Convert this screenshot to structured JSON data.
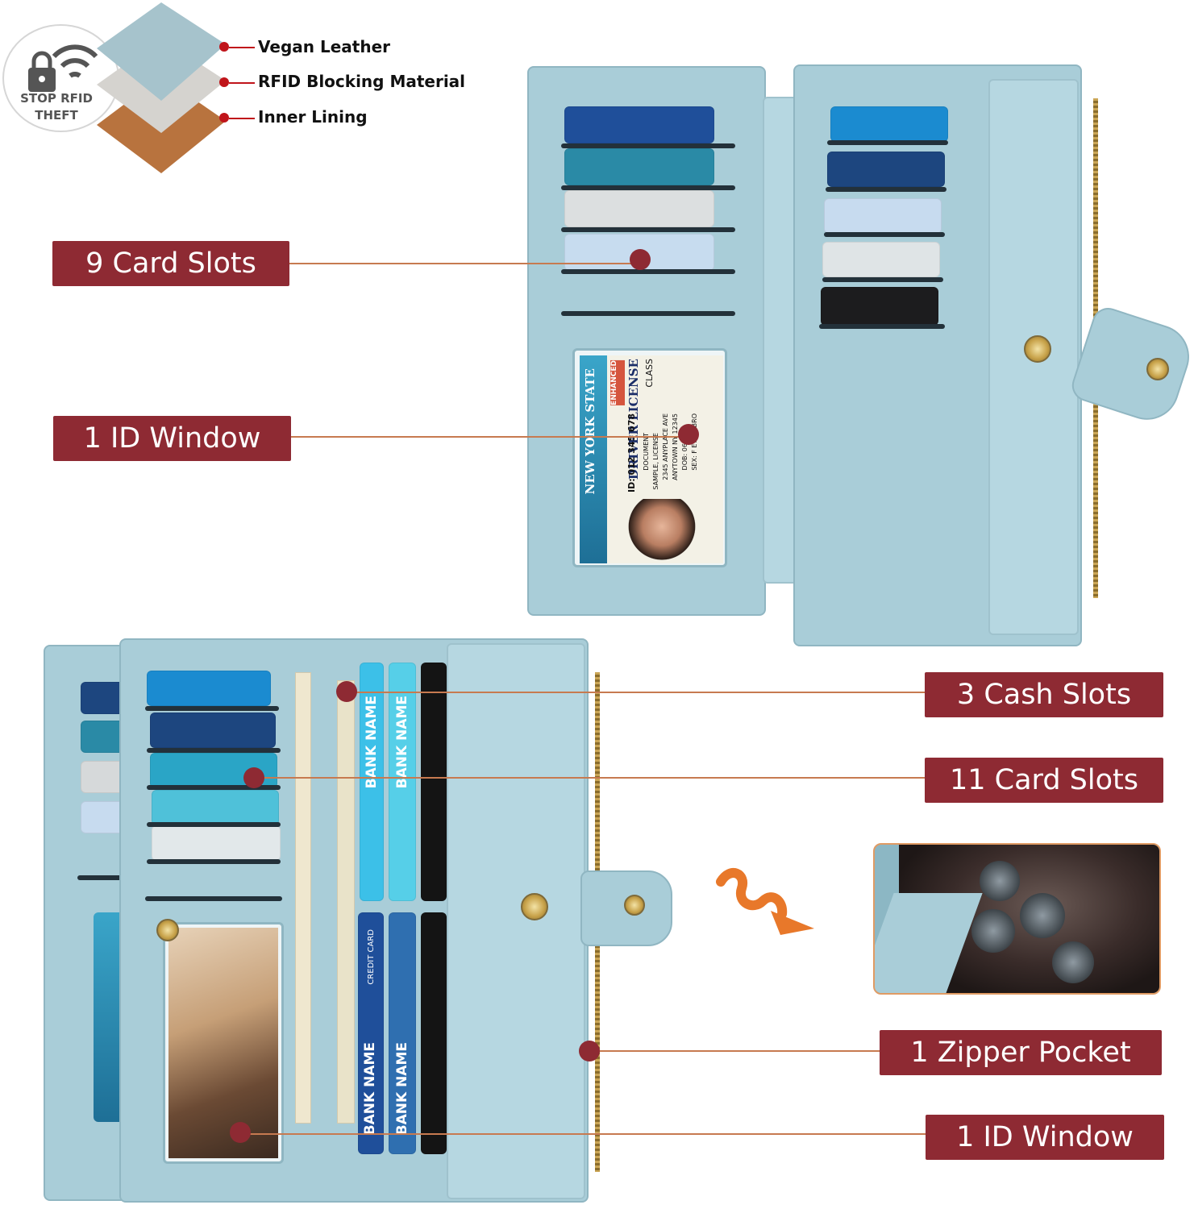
{
  "rfid": {
    "badge_text_line1": "STOP RFID",
    "badge_text_line2": "THEFT",
    "icon": "lock-wifi-icon",
    "layers": [
      {
        "label": "Vegan Leather",
        "color": "#a6c3cc"
      },
      {
        "label": "RFID Blocking Material",
        "color": "#d5d3cf"
      },
      {
        "label": "Inner Lining",
        "color": "#b8733e"
      }
    ],
    "accent": "#c0141a"
  },
  "top_callouts": {
    "card_slots": "9 Card Slots",
    "id_window": "1 ID Window"
  },
  "bottom_callouts": {
    "cash_slots": "3 Cash Slots",
    "card_slots": "11 Card Slots",
    "zipper_pocket": "1 Zipper Pocket",
    "id_window": "1 ID Window"
  },
  "id_card": {
    "state": "NEW YORK STATE",
    "type": "DRIVER LICENSE",
    "tag": "ENHANCED",
    "class": "CLASS",
    "id_number": "ID: 012 345 678",
    "document": "DOCUMENT",
    "name": "SAMPLE, LICENSE",
    "address1": "2345 ANYPLACE AVE",
    "address2": "ANYTOWN NY 12345",
    "dob": "DOB: 06-05",
    "sex": "SEX: F  EYES: BRO"
  },
  "cards_text": {
    "bank_name": "BANK NAME",
    "credit_card": "CREDIT CARD"
  },
  "colors": {
    "callout_bg": "#8e2a33",
    "leader_line": "#c77a50",
    "wallet_blue": "#a9cdd8",
    "arrow_orange": "#e8782a"
  }
}
